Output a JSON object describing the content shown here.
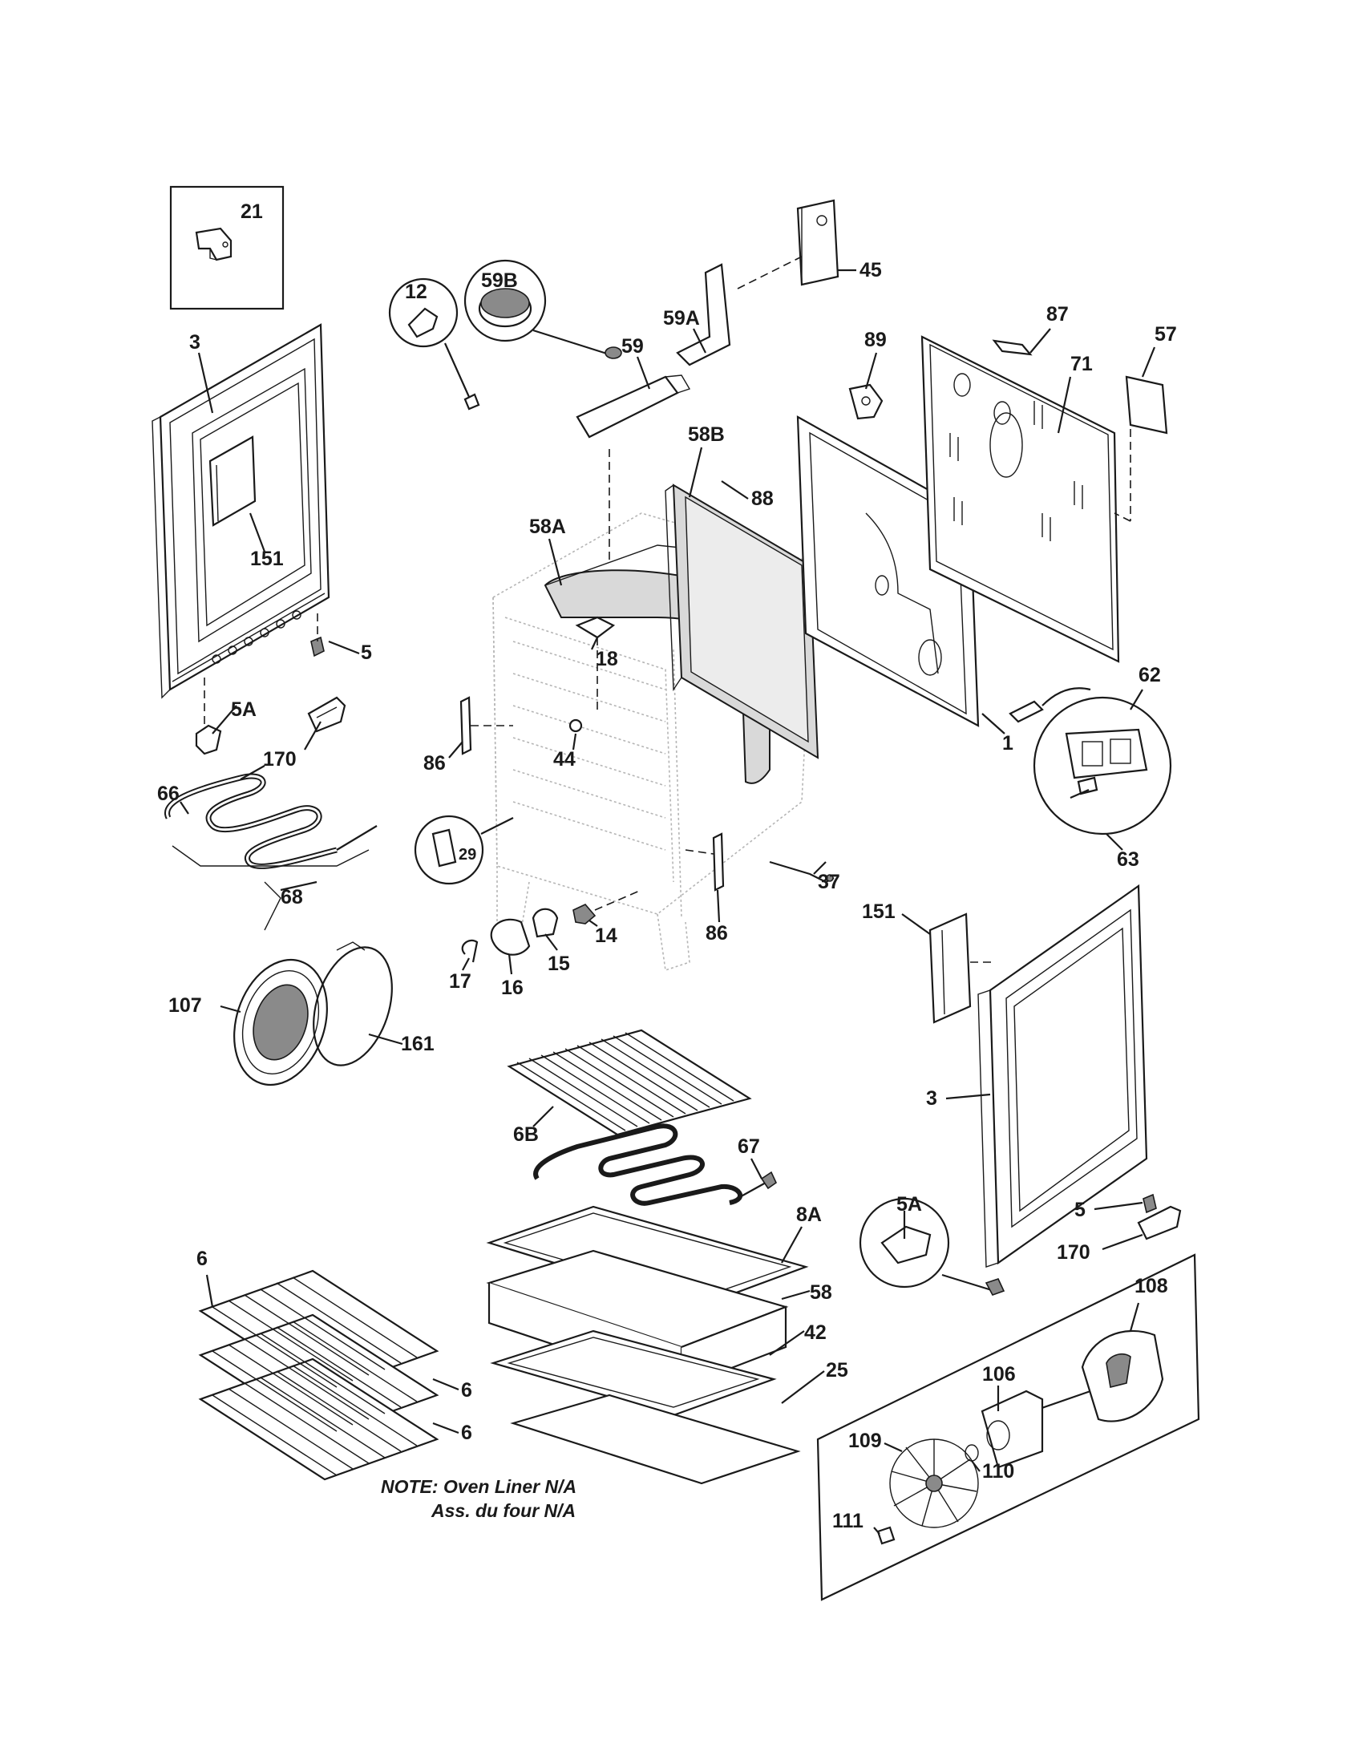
{
  "labels": {
    "p21": "21",
    "p3_left": "3",
    "p151_left": "151",
    "p5_left": "5",
    "p5A_left": "5A",
    "p170_left": "170",
    "p66": "66",
    "p68": "68",
    "p107": "107",
    "p161": "161",
    "p12": "12",
    "p58A": "58A",
    "p18": "18",
    "p86_left": "86",
    "p44": "44",
    "p29": "29",
    "p14": "14",
    "p15": "15",
    "p16": "16",
    "p17": "17",
    "p86_right": "86",
    "p59B": "59B",
    "p59": "59",
    "p59A": "59A",
    "p45": "45",
    "p58B": "58B",
    "p88": "88",
    "p89": "89",
    "p87": "87",
    "p71": "71",
    "p57": "57",
    "p1": "1",
    "p62": "62",
    "p63": "63",
    "p37": "37",
    "p151_right": "151",
    "p3_right": "3",
    "p5_right": "5",
    "p5A_right": "5A",
    "p170_right": "170",
    "p6B": "6B",
    "p67": "67",
    "p8A": "8A",
    "p58": "58",
    "p42": "42",
    "p25": "25",
    "p6_a": "6",
    "p6_b": "6",
    "p6_c": "6",
    "p108": "108",
    "p106": "106",
    "p109": "109",
    "p110": "110",
    "p111": "111"
  },
  "note": {
    "line1": "NOTE: Oven Liner N/A",
    "line2": "Ass. du four N/A"
  }
}
